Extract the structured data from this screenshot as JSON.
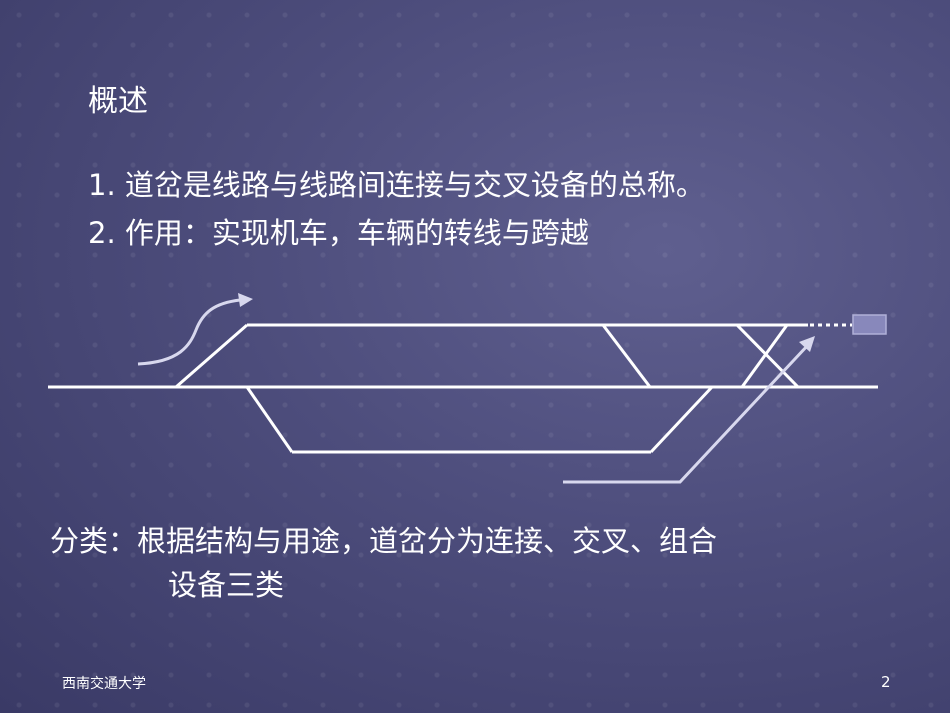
{
  "slide": {
    "heading": "概述",
    "points": [
      "1. 道岔是线路与线路间连接与交叉设备的总称。",
      "2. 作用：实现机车，车辆的转线与跨越"
    ],
    "classification": {
      "line1": "分类：根据结构与用途，道岔分为连接、交叉、组合",
      "line2": "设备三类"
    }
  },
  "footer": {
    "institution": "西南交通大学",
    "page_number": "2"
  },
  "colors": {
    "background": "#4d4d7c",
    "text": "#ffffff",
    "track": "#ffffff",
    "arrow": "#d8d8ee",
    "train": "#8888bb"
  },
  "diagram": {
    "icons": [
      "track-diagram",
      "arrow-icon",
      "train-car-icon"
    ]
  }
}
